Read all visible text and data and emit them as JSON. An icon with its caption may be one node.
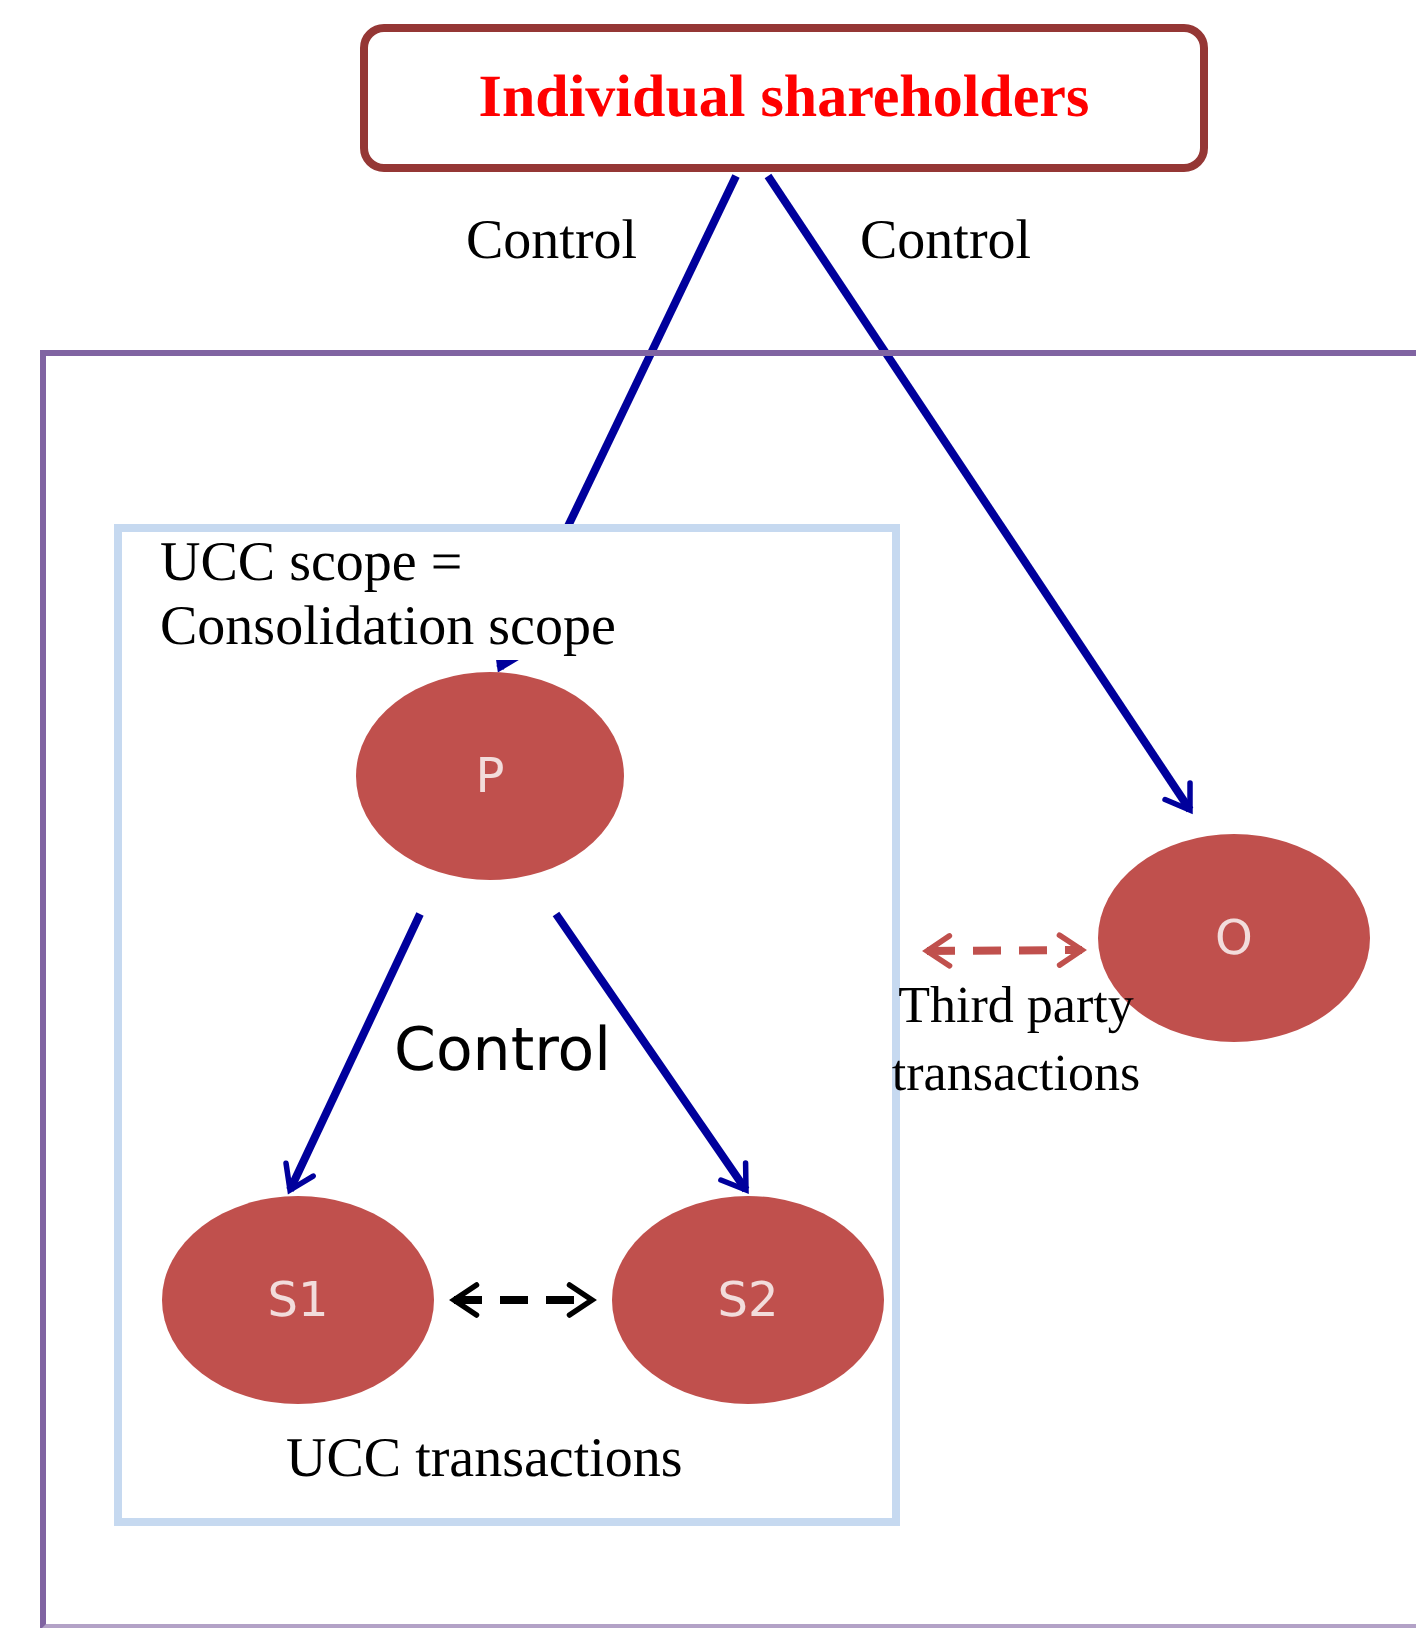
{
  "diagram": {
    "nodes": [
      {
        "text": [
          "Individual shareholders"
        ]
      },
      {
        "text": [],
        "shape": "box"
      },
      {
        "text": [
          "UCC scope = Consolidation scope"
        ],
        "in": 1
      },
      {
        "text": [
          "P"
        ],
        "in": 2
      },
      {
        "text": [
          "O"
        ],
        "in": 1
      },
      {
        "text": [
          "S1"
        ],
        "in": 2
      },
      {
        "text": [
          "S2"
        ],
        "in": 2
      }
    ],
    "edges": [
      {
        "from": 0,
        "to": 3,
        "arrow": "to",
        "label": "Control"
      },
      {
        "from": 0,
        "to": 4,
        "arrow": "to",
        "label": "Control"
      },
      {
        "from": 3,
        "to": 5,
        "arrow": "to"
      },
      {
        "from": 3,
        "to": 6,
        "arrow": "to"
      },
      {
        "from": 5,
        "to": 6,
        "arrow": "both",
        "style": "dashed",
        "color": "#000000"
      },
      {
        "from": 2,
        "to": 4,
        "arrow": "both",
        "style": "dashed",
        "color": "#c0504d",
        "label": "Third party transactions"
      }
    ],
    "labels": [
      "Control",
      "UCC transactions"
    ]
  }
}
